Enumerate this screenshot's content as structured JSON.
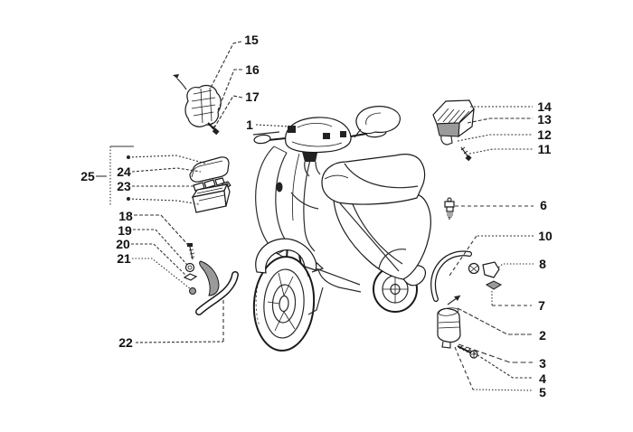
{
  "figure": {
    "type": "exploded-parts-diagram",
    "subject": "scooter-electrical-devices",
    "background_color": "#ffffff",
    "line_color": "#1a1a1a"
  },
  "callouts": [
    {
      "label": "1",
      "part": "handlebar-cover"
    },
    {
      "label": "2",
      "part": "ignition-coil"
    },
    {
      "label": "3",
      "part": "coil-mounting-screw"
    },
    {
      "label": "4",
      "part": "washer"
    },
    {
      "label": "5",
      "part": "coil-bracket"
    },
    {
      "label": "6",
      "part": "spark-plug"
    },
    {
      "label": "7",
      "part": "nut"
    },
    {
      "label": "8",
      "part": "spark-plug-cap"
    },
    {
      "label": "10",
      "part": "ht-cable"
    },
    {
      "label": "11",
      "part": "regulator-screw"
    },
    {
      "label": "12",
      "part": "regulator-washer"
    },
    {
      "label": "13",
      "part": "regulator-bracket"
    },
    {
      "label": "14",
      "part": "voltage-regulator"
    },
    {
      "label": "15",
      "part": "horn"
    },
    {
      "label": "16",
      "part": "horn-bracket"
    },
    {
      "label": "17",
      "part": "horn-screw"
    },
    {
      "label": "18",
      "part": "screw"
    },
    {
      "label": "19",
      "part": "washer"
    },
    {
      "label": "20",
      "part": "nut"
    },
    {
      "label": "21",
      "part": "spacer"
    },
    {
      "label": "22",
      "part": "hose"
    },
    {
      "label": "23",
      "part": "fuses"
    },
    {
      "label": "24",
      "part": "fuse-box-cover"
    },
    {
      "label": "25",
      "part": "fuse-box-assembly"
    }
  ]
}
